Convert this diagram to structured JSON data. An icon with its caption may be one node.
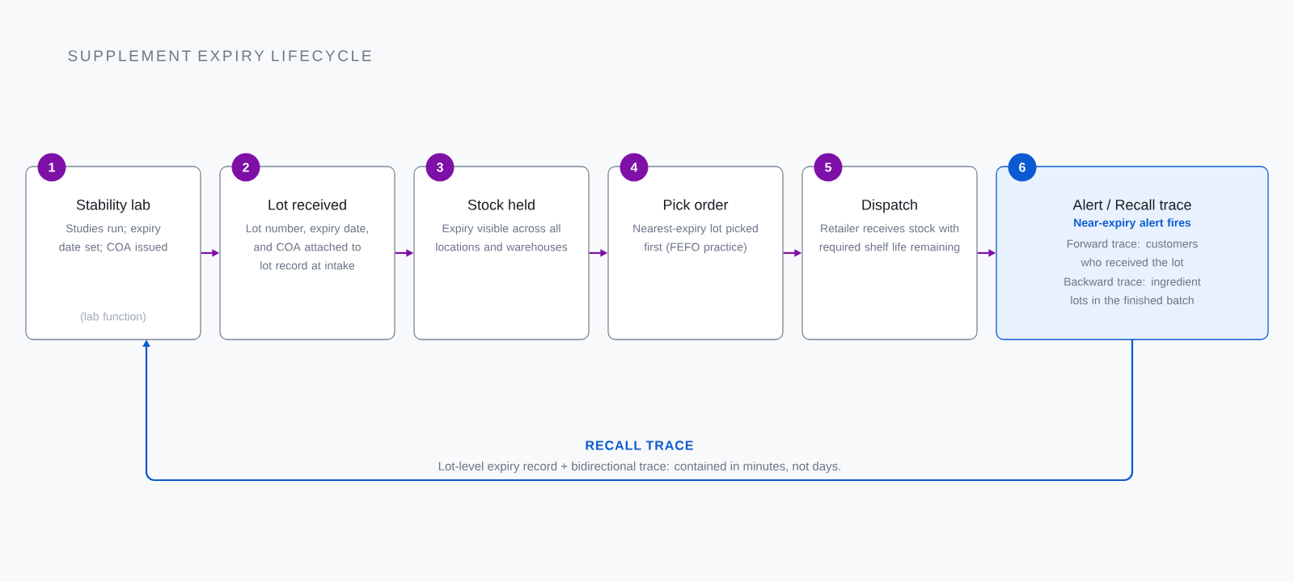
{
  "diagram": {
    "title": "SUPPLEMENT EXPIRY LIFECYCLE",
    "nodes": [
      {
        "text": [
          "1",
          "Stability lab",
          "Studies run; expiry date set; COA issued",
          "(lab function)"
        ]
      },
      {
        "text": [
          "2",
          "Lot received",
          "Lot number, expiry date, and COA attached to lot record at intake"
        ]
      },
      {
        "text": [
          "3",
          "Stock held",
          "Expiry visible across all locations and warehouses"
        ]
      },
      {
        "text": [
          "4",
          "Pick order",
          "Nearest-expiry lot picked first (FEFO practice)"
        ]
      },
      {
        "text": [
          "5",
          "Dispatch",
          "Retailer receives stock with required shelf life remaining"
        ]
      },
      {
        "text": [
          "6",
          "Alert / Recall trace",
          "Near-expiry alert fires",
          "Forward trace: customers who received the lot",
          "Backward trace: ingredient lots in the finished batch"
        ]
      }
    ],
    "edges": [
      {
        "from": 0,
        "to": 1,
        "arrow": "to"
      },
      {
        "from": 1,
        "to": 2,
        "arrow": "to"
      },
      {
        "from": 2,
        "to": 3,
        "arrow": "to"
      },
      {
        "from": 3,
        "to": 4,
        "arrow": "to"
      },
      {
        "from": 4,
        "to": 5,
        "arrow": "to"
      },
      {
        "from": 5,
        "to": 0,
        "arrow": "to",
        "label": "RECALL TRACE",
        "color": "#0b5ad2"
      }
    ],
    "labels": [
      "Lot-level expiry record + bidirectional trace: contained in minutes, not days."
    ]
  }
}
